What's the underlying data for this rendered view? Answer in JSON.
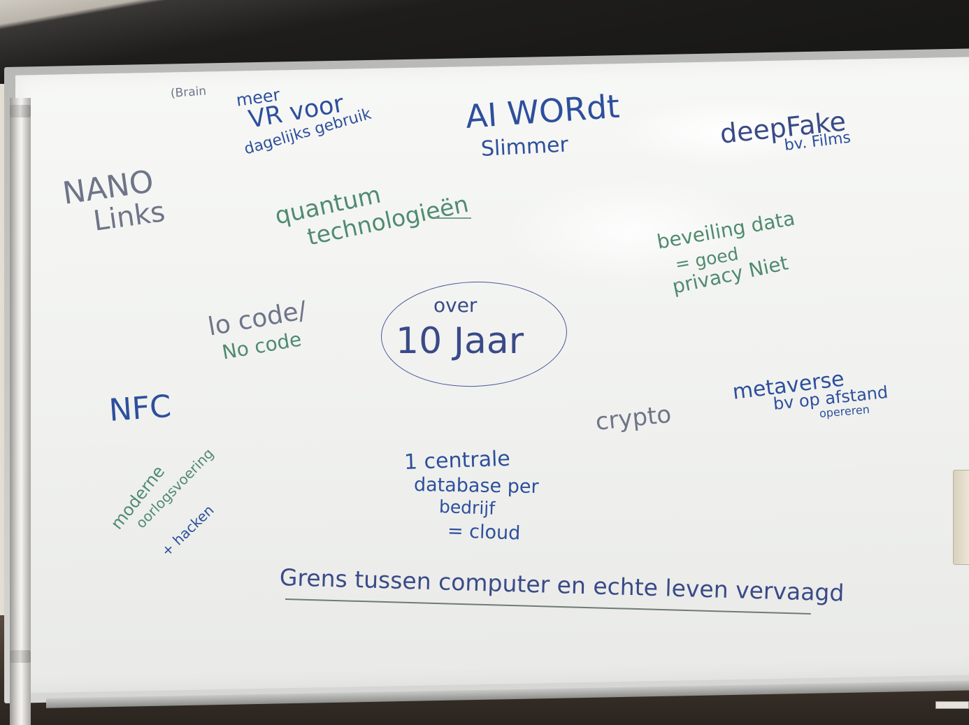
{
  "whiteboard": {
    "notes": {
      "brain": "(Brain",
      "vr_line1": "meer",
      "vr_line2": "VR voor",
      "vr_line3": "dagelijks gebruik",
      "ai_line1": "AI WORdt",
      "ai_line2": "Slimmer",
      "deepfake_line1": "deepFake",
      "deepfake_line2": "bv. Films",
      "nano_line1": "NANO",
      "nano_line2": "Links",
      "quantum_line1": "quantum",
      "quantum_line2": "technologieën",
      "security_line1": "beveiling data",
      "security_line2": "= goed",
      "security_line3": "privacy Niet",
      "lowcode_line1": "lo code/",
      "lowcode_line2": "No code",
      "center_line1": "over",
      "center_line2": "10 Jaar",
      "nfc": "NFC",
      "crypto": "crypto",
      "metaverse_line1": "metaverse",
      "metaverse_line2": "bv op afstand",
      "metaverse_line3": "opereren",
      "database_line1": "1 centrale",
      "database_line2": "database per",
      "database_line3": "bedrijf",
      "database_line4": "= cloud",
      "warfare_line1": "moderne",
      "warfare_line2": "oorlogsvoering",
      "warfare_line3": "+ hacken",
      "bottom": "Grens tussen computer en echte leven vervaagd"
    },
    "colors": {
      "board": "#f2f3f1",
      "frame": "#c8c9c7",
      "marker_blue": "#2d4f9c",
      "marker_navy": "#3a4a88",
      "marker_green": "#4f8b6f",
      "marker_grey": "#6e7588"
    }
  }
}
